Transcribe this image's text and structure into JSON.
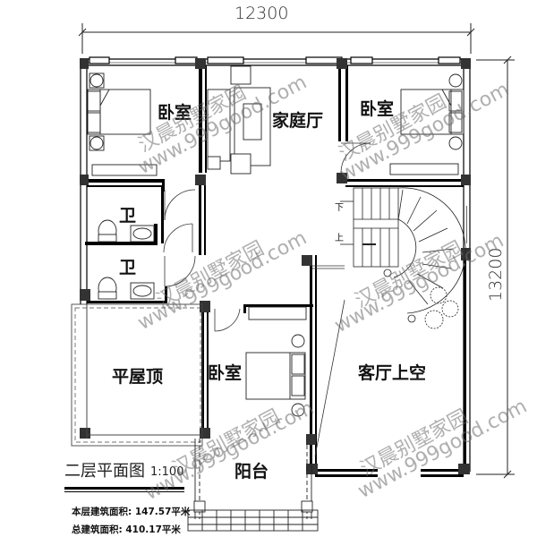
{
  "drawing": {
    "title": "二层平面图",
    "scale": "1:100",
    "floor_area_label": "本层建筑面积:",
    "floor_area_value": "147.57平米",
    "total_area_label": "总建筑面积:",
    "total_area_value": "410.17平米"
  },
  "dimensions": {
    "width": "12300",
    "height": "13200"
  },
  "rooms": {
    "bedroom_nw": "卧室",
    "family_hall": "家庭厅",
    "bedroom_ne": "卧室",
    "bathroom_1": "卫",
    "bathroom_2": "卫",
    "flat_roof": "平屋顶",
    "bedroom_s": "卧室",
    "living_void": "客厅上空",
    "balcony": "阳台"
  },
  "stairs": {
    "down": "下",
    "up": "上"
  },
  "watermark": {
    "brand": "汉晨别墅家园",
    "url": "www.999good.com"
  },
  "colors": {
    "wall": "#000000",
    "column": "#333333",
    "line": "#222222",
    "watermark": "#8a8a8a",
    "background": "#ffffff"
  }
}
